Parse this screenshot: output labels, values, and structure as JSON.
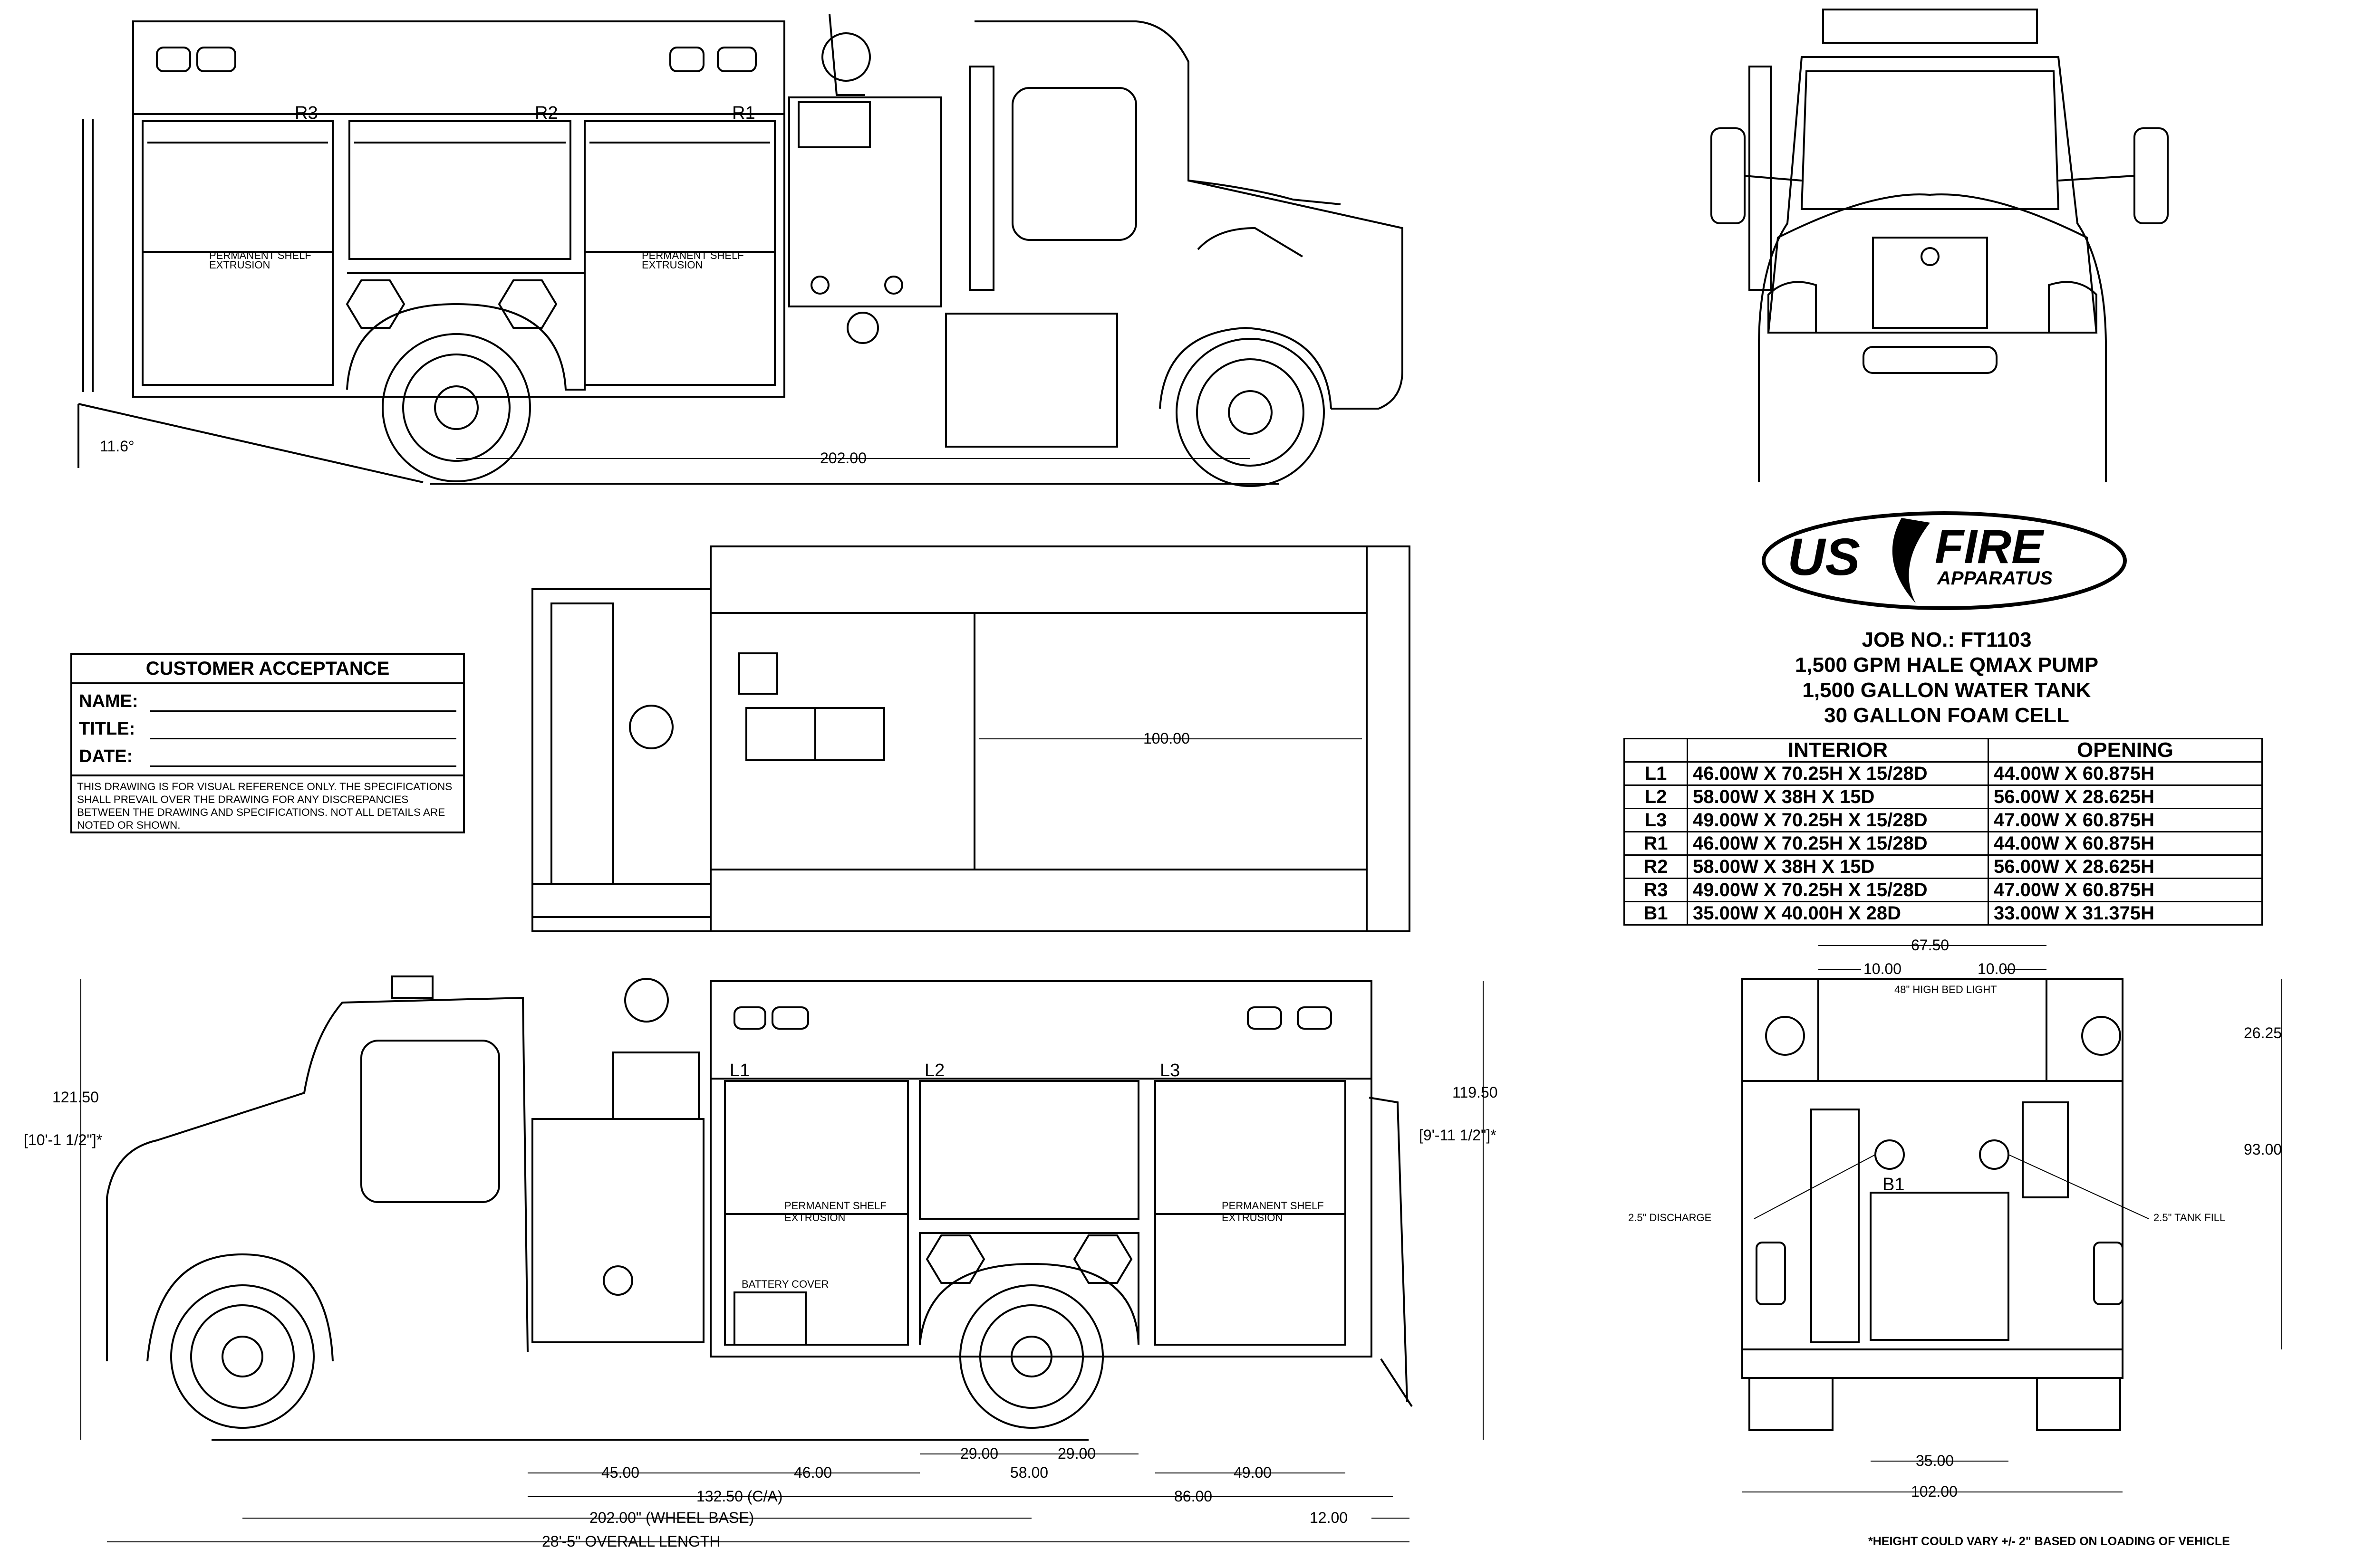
{
  "acceptance": {
    "title": "CUSTOMER ACCEPTANCE",
    "name_label": "NAME:",
    "title_label": "TITLE:",
    "date_label": "DATE:",
    "disclaimer": "THIS DRAWING IS FOR VISUAL REFERENCE ONLY. THE SPECIFICATIONS SHALL PREVAIL OVER THE DRAWING FOR ANY DISCREPANCIES BETWEEN THE DRAWING AND SPECIFICATIONS. NOT ALL DETAILS ARE NOTED OR SHOWN."
  },
  "logo": {
    "brand": "US FIRE",
    "sub": "APPARATUS"
  },
  "job": {
    "number": "JOB NO.: FT1103",
    "pump": "1,500 GPM HALE QMAX PUMP",
    "tank": "1,500 GALLON WATER TANK",
    "foam": "30 GALLON FOAM CELL"
  },
  "spec_table": {
    "headers": [
      "",
      "INTERIOR",
      "OPENING"
    ],
    "rows": [
      {
        "code": "L1",
        "interior": "46.00W X 70.25H X 15/28D",
        "opening": "44.00W X 60.875H"
      },
      {
        "code": "L2",
        "interior": "58.00W X 38H X 15D",
        "opening": "56.00W X 28.625H"
      },
      {
        "code": "L3",
        "interior": "49.00W X 70.25H X 15/28D",
        "opening": "47.00W X 60.875H"
      },
      {
        "code": "R1",
        "interior": "46.00W X 70.25H X 15/28D",
        "opening": "44.00W X 60.875H"
      },
      {
        "code": "R2",
        "interior": "58.00W X 38H X 15D",
        "opening": "56.00W X 28.625H"
      },
      {
        "code": "R3",
        "interior": "49.00W X 70.25H X 15/28D",
        "opening": "47.00W X 60.875H"
      },
      {
        "code": "B1",
        "interior": "35.00W X 40.00H X 28D",
        "opening": "33.00W X 31.375H"
      }
    ]
  },
  "compartment_labels": {
    "r1": "R1",
    "r2": "R2",
    "r3": "R3",
    "l1": "L1",
    "l2": "L2",
    "l3": "L3",
    "b1": "B1",
    "shelf": "PERMANENT SHELF",
    "extrusion": "EXTRUSION",
    "battery": "BATTERY COVER"
  },
  "dimensions": {
    "angle": "11.6°",
    "top_wheelbase": "202.00",
    "top_length": "100.00",
    "height_left": "121.50",
    "height_left_ft": "[10'-1 1/2\"]*",
    "height_right": "119.50",
    "height_right_ft": "[9'-11 1/2\"]*",
    "d45": "45.00",
    "d46": "46.00",
    "d29a": "29.00",
    "d29b": "29.00",
    "d49": "49.00",
    "d58": "58.00",
    "ca": "132.50 (C/A)",
    "d86": "86.00",
    "wheelbase": "202.00\" (WHEEL BASE)",
    "d12": "12.00",
    "overall": "28'-5\" OVERALL LENGTH",
    "rear_width_top": "67.50",
    "rear_10a": "10.00",
    "rear_10b": "10.00",
    "rear_2625": "26.25",
    "rear_93": "93.00",
    "rear_35": "35.00",
    "rear_102": "102.00",
    "discharge": "2.5\" DISCHARGE",
    "tankfill": "2.5\" TANK FILL",
    "scene_light": "48\" HIGH BED LIGHT"
  },
  "footnote": "*HEIGHT COULD VARY +/- 2\" BASED ON LOADING OF VEHICLE"
}
